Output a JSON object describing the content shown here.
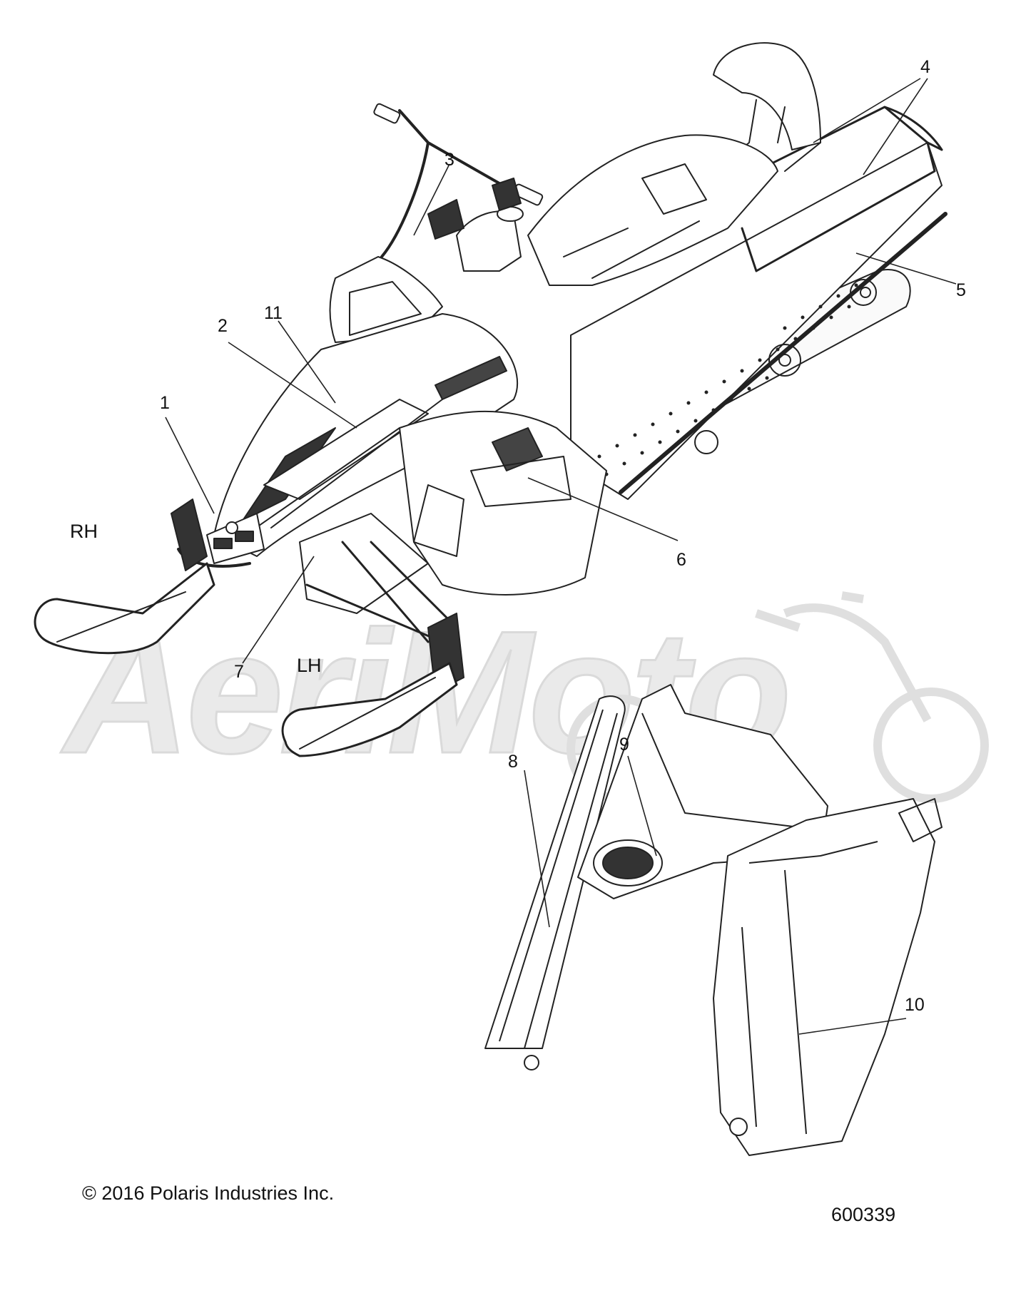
{
  "watermark": {
    "text": "AeriMoto",
    "color": "#e3e3e3"
  },
  "sides": {
    "right": "RH",
    "left": "LH"
  },
  "callouts": [
    "1",
    "2",
    "3",
    "4",
    "5",
    "6",
    "7",
    "8",
    "9",
    "10",
    "11"
  ],
  "footer": {
    "copyright": "© 2016 Polaris Industries Inc.",
    "diagram_number": "600339"
  },
  "colors": {
    "line": "#222222",
    "background": "#ffffff"
  },
  "icons": {
    "copyright": "copyright-icon"
  }
}
